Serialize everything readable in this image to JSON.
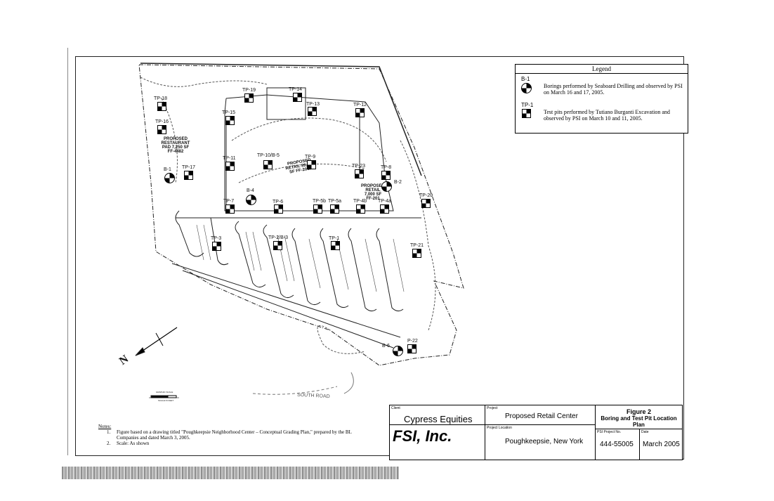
{
  "legend": {
    "title": "Legend",
    "boring_code": "B-1",
    "boring_text": "Borings performed by Seaboard Drilling and observed by PSI on March 16 and 17, 2005.",
    "testpit_code": "TP-1",
    "testpit_text": "Test pits performed by Tutiano Burganti Excavation and observed by PSI on March 10 and 11, 2005."
  },
  "title_block": {
    "client_caption": "Client",
    "client": "Cypress Equities",
    "company": "FSI, Inc.",
    "project_caption": "Project",
    "project": "Proposed Retail Center",
    "location_caption": "Project Location",
    "location": "Poughkeepsie, New York",
    "figure_number": "Figure 2",
    "figure_title": "Boring and Test Pit Location Plan",
    "psi_caption": "PSI Project No.",
    "psi_number": "444-55005",
    "date_caption": "Date",
    "date": "March 2005"
  },
  "notes": {
    "heading": "Notes:",
    "items": [
      {
        "num": "1.",
        "text": "Figure based on a drawing titled \"Poughkeepsie Neighborhood Center – Conceptual Grading Plan,\" prepared by the BL Companies and dated March 3, 2005."
      },
      {
        "num": "2.",
        "text": "Scale: As shown"
      }
    ]
  },
  "map": {
    "north_label": "N",
    "road_label": "SOUTH ROAD",
    "scale_caption": "GRAPHIC SCALE",
    "scale_unit": "SCALE IN FEET",
    "restaurant_label": "PROPOSED RESTAURANT PAD 7,250 SF FF-4482",
    "retail_label": "PROPOSED RETAIL 89,700 SF FF-2017",
    "retail2_label": "PROPOSED RETAIL 7,000 SF FF-201",
    "test_pits": [
      "TP-18",
      "TP-16",
      "TP-19",
      "TP-14",
      "TP-13",
      "TP-12",
      "TP-15",
      "TP-17",
      "TP-11",
      "TP-10/B-5",
      "TP-9",
      "TP-23",
      "TP-8",
      "TP-7",
      "TP-6",
      "TP-5b",
      "TP-5a",
      "TP-4b",
      "TP-4a",
      "TP-20",
      "TP-3",
      "TP-2/B-3",
      "TP-1",
      "TP-21",
      "P-22"
    ],
    "borings": [
      "B-1",
      "B-4",
      "B-2",
      "B-6"
    ]
  }
}
